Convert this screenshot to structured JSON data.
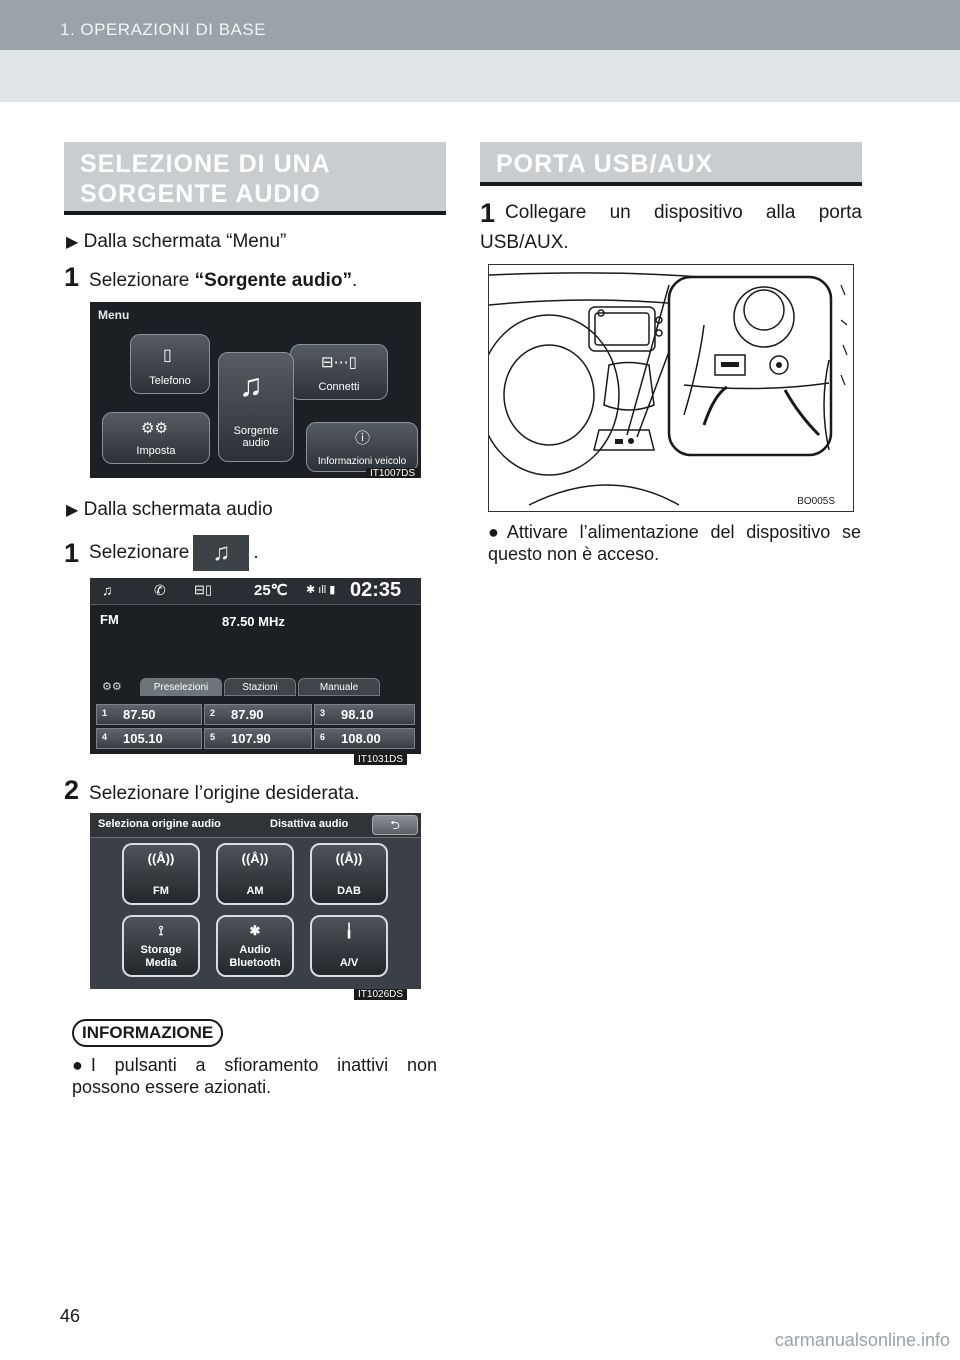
{
  "header": {
    "chapter": "1. OPERAZIONI DI BASE"
  },
  "section_left": {
    "title_line1": "SELEZIONE DI UNA",
    "title_line2": "SORGENTE AUDIO",
    "from_menu": "Dalla schermata “Menu”",
    "step1_num": "1",
    "step1_text": "Selezionare ",
    "step1_bold": "“Sorgente audio”",
    "step1_end": ".",
    "menu_screen": {
      "title": "Menu",
      "tiles": [
        "Telefono",
        "Connetti",
        "Sorgente audio",
        "Imposta",
        "Informazioni veicolo"
      ],
      "code": "IT1007DS"
    },
    "from_audio": "Dalla schermata audio",
    "step1b_num": "1",
    "step1b_text": "Selezionare",
    "step1b_end": ".",
    "radio_screen": {
      "temp": "25℃",
      "clock": "02:35",
      "band": "FM",
      "freq": "87.50 MHz",
      "tabs": [
        "Preselezioni",
        "Stazioni",
        "Manuale"
      ],
      "presets": [
        {
          "n": "1",
          "v": "87.50"
        },
        {
          "n": "2",
          "v": "87.90"
        },
        {
          "n": "3",
          "v": "98.10"
        },
        {
          "n": "4",
          "v": "105.10"
        },
        {
          "n": "5",
          "v": "107.90"
        },
        {
          "n": "6",
          "v": "108.00"
        }
      ],
      "code": "IT1031DS"
    },
    "step2_num": "2",
    "step2_text": "Selezionare l’origine desiderata.",
    "source_screen": {
      "title": "Seleziona origine audio",
      "off_button": "Disattiva audio",
      "sources": [
        "FM",
        "AM",
        "DAB",
        "Storage Media",
        "Audio Bluetooth",
        "A/V"
      ],
      "code": "IT1026DS"
    },
    "info_title": "INFORMAZIONE",
    "info_text": "I pulsanti a sfioramento inattivi non possono essere azionati."
  },
  "section_right": {
    "title": "PORTA USB/AUX",
    "step1_num": "1",
    "step1_text": "Collegare un dispositivo alla porta USB/AUX.",
    "illus_code": "BO005S",
    "bullet": "Attivare l’alimentazione del dispositivo se questo non è acceso."
  },
  "footer": {
    "page": "46",
    "watermark": "carmanualsonline.info"
  }
}
